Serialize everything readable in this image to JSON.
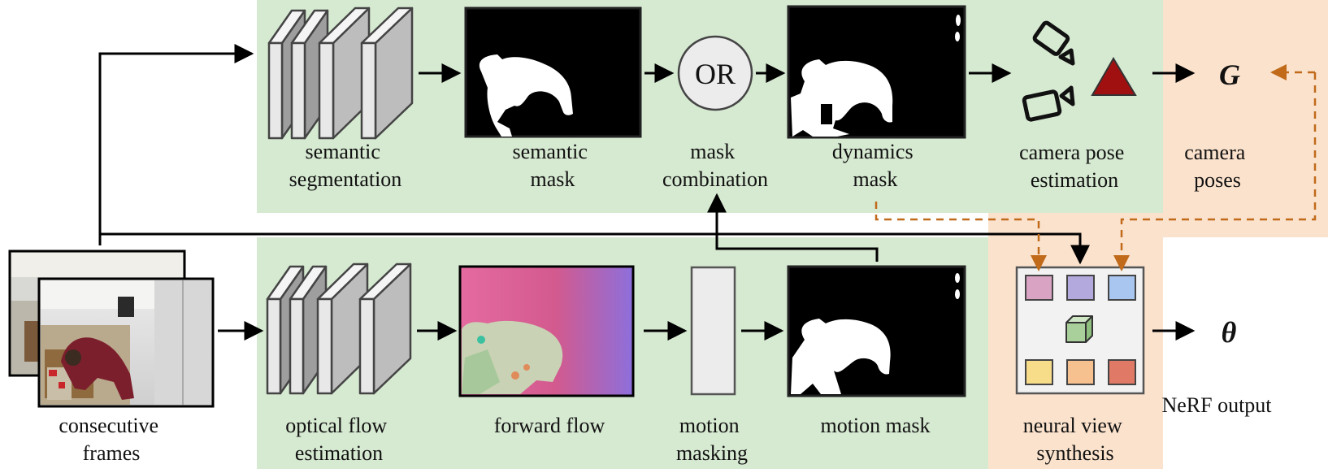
{
  "labels": {
    "semantic_segmentation": [
      "semantic",
      "segmentation"
    ],
    "semantic_mask": [
      "semantic",
      "mask"
    ],
    "mask_combination": [
      "mask",
      "combination"
    ],
    "dynamics_mask": [
      "dynamics",
      "mask"
    ],
    "camera_pose_estimation": [
      "camera pose",
      "estimation"
    ],
    "camera_poses": [
      "camera",
      "poses"
    ],
    "consecutive_frames": [
      "consecutive",
      "frames"
    ],
    "optical_flow_estimation": [
      "optical flow",
      "estimation"
    ],
    "forward_flow": "forward flow",
    "motion_masking": [
      "motion",
      "masking"
    ],
    "motion_mask": "motion mask",
    "neural_view_synthesis": [
      "neural view",
      "synthesis"
    ],
    "nerf_output": "NeRF output"
  },
  "or_gate": "OR",
  "symbols": {
    "poses": "G",
    "params": "θ"
  },
  "colors": {
    "green_region": "#d6e9d1",
    "orange_region": "#fbe2cc",
    "dashed_arrow": "#c06a1a",
    "pose_triangle": "#a01010",
    "nerf_cells": [
      "#d9a4c3",
      "#b3a9dc",
      "#a8c6f0",
      "#f7dc8a",
      "#f6c08f",
      "#e07a67"
    ],
    "nerf_cube": "#a9cf9a"
  },
  "icons": [
    "cnn-block-icon",
    "camera-icon",
    "triangle-icon",
    "cube-icon",
    "photo-frames"
  ]
}
